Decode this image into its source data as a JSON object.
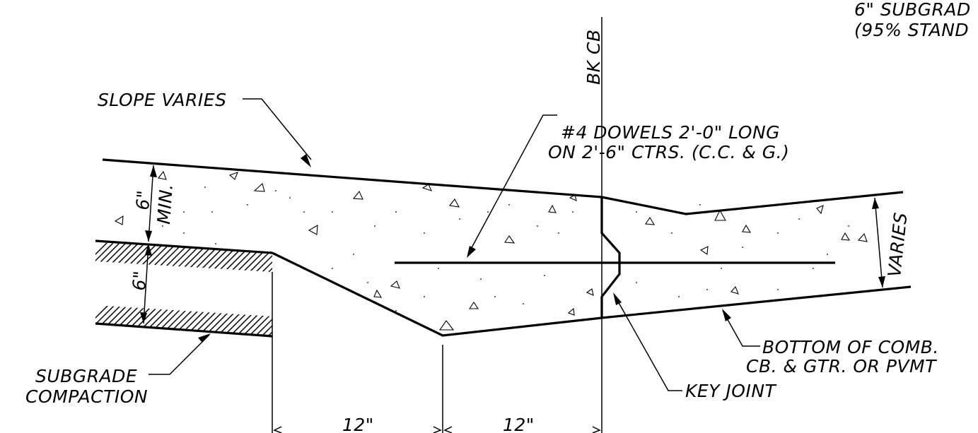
{
  "labels": {
    "top_right_line1": "6\" SUBGRAD",
    "top_right_line2": "(95% STAND",
    "bk_cb": "BK CB",
    "slope_varies": "SLOPE VARIES",
    "dowels_line1": "#4 DOWELS 2'-0\" LONG",
    "dowels_line2": "ON 2'-6\" CTRS. (C.C. & G.)",
    "six_inch_top": "6\"",
    "min": "MIN.",
    "six_inch_bottom": "6\"",
    "varies": "VARIES",
    "bottom_line1": "BOTTOM OF COMB.",
    "bottom_line2": "CB. & GTR. OR PVMT",
    "subgrade_line1": "SUBGRADE",
    "subgrade_line2": "COMPACTION",
    "key_joint": "KEY JOINT",
    "dim_12_left": "12\"",
    "dim_12_right": "12\""
  }
}
